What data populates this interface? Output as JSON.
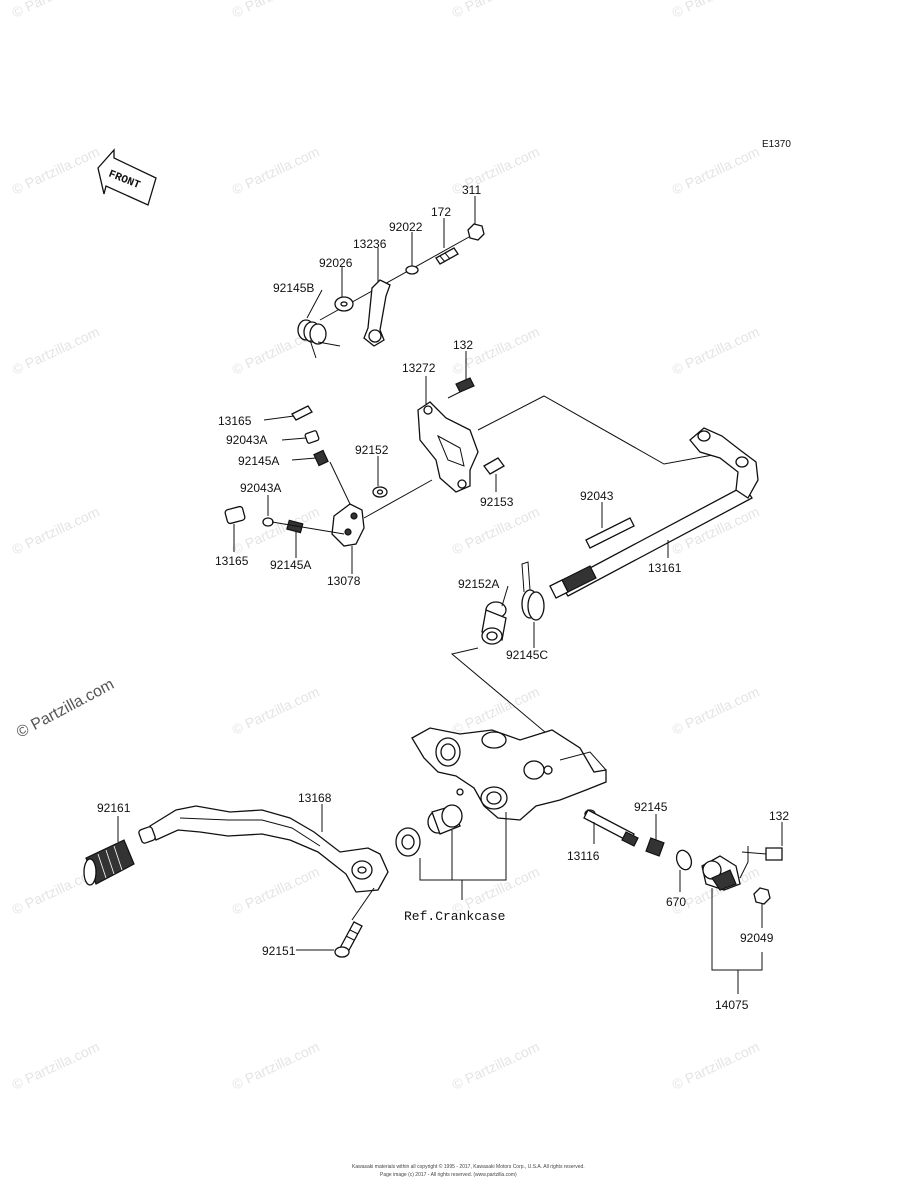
{
  "diagram_code": "E1370",
  "front_label": "FRONT",
  "watermark": "© Partzilla.com",
  "ref_note": "Ref.Crankcase",
  "footer_lines": [
    "Kawasaki materials within all copyright © 1995 - 2017, Kawasaki Motors Corp., U.S.A. All rights reserved.",
    "Page image (c) 2017 - All rights reserved. (www.partzilla.com)"
  ],
  "parts": [
    {
      "id": "311",
      "label": "311"
    },
    {
      "id": "172",
      "label": "172"
    },
    {
      "id": "92022",
      "label": "92022"
    },
    {
      "id": "13236",
      "label": "13236"
    },
    {
      "id": "92026",
      "label": "92026"
    },
    {
      "id": "92145B",
      "label": "92145B"
    },
    {
      "id": "132-top",
      "label": "132"
    },
    {
      "id": "13272",
      "label": "13272"
    },
    {
      "id": "13165-top",
      "label": "13165"
    },
    {
      "id": "92043A-top",
      "label": "92043A"
    },
    {
      "id": "92152",
      "label": "92152"
    },
    {
      "id": "92145A-top",
      "label": "92145A"
    },
    {
      "id": "92153",
      "label": "92153"
    },
    {
      "id": "92043A-bottom",
      "label": "92043A"
    },
    {
      "id": "92043",
      "label": "92043"
    },
    {
      "id": "13165-bottom",
      "label": "13165"
    },
    {
      "id": "92145A-bottom",
      "label": "92145A"
    },
    {
      "id": "13078",
      "label": "13078"
    },
    {
      "id": "13161",
      "label": "13161"
    },
    {
      "id": "92152A",
      "label": "92152A"
    },
    {
      "id": "92145C",
      "label": "92145C"
    },
    {
      "id": "92161",
      "label": "92161"
    },
    {
      "id": "13168",
      "label": "13168"
    },
    {
      "id": "92145",
      "label": "92145"
    },
    {
      "id": "132-right",
      "label": "132"
    },
    {
      "id": "13116",
      "label": "13116"
    },
    {
      "id": "670",
      "label": "670"
    },
    {
      "id": "92049",
      "label": "92049"
    },
    {
      "id": "92151",
      "label": "92151"
    },
    {
      "id": "14075",
      "label": "14075"
    }
  ]
}
